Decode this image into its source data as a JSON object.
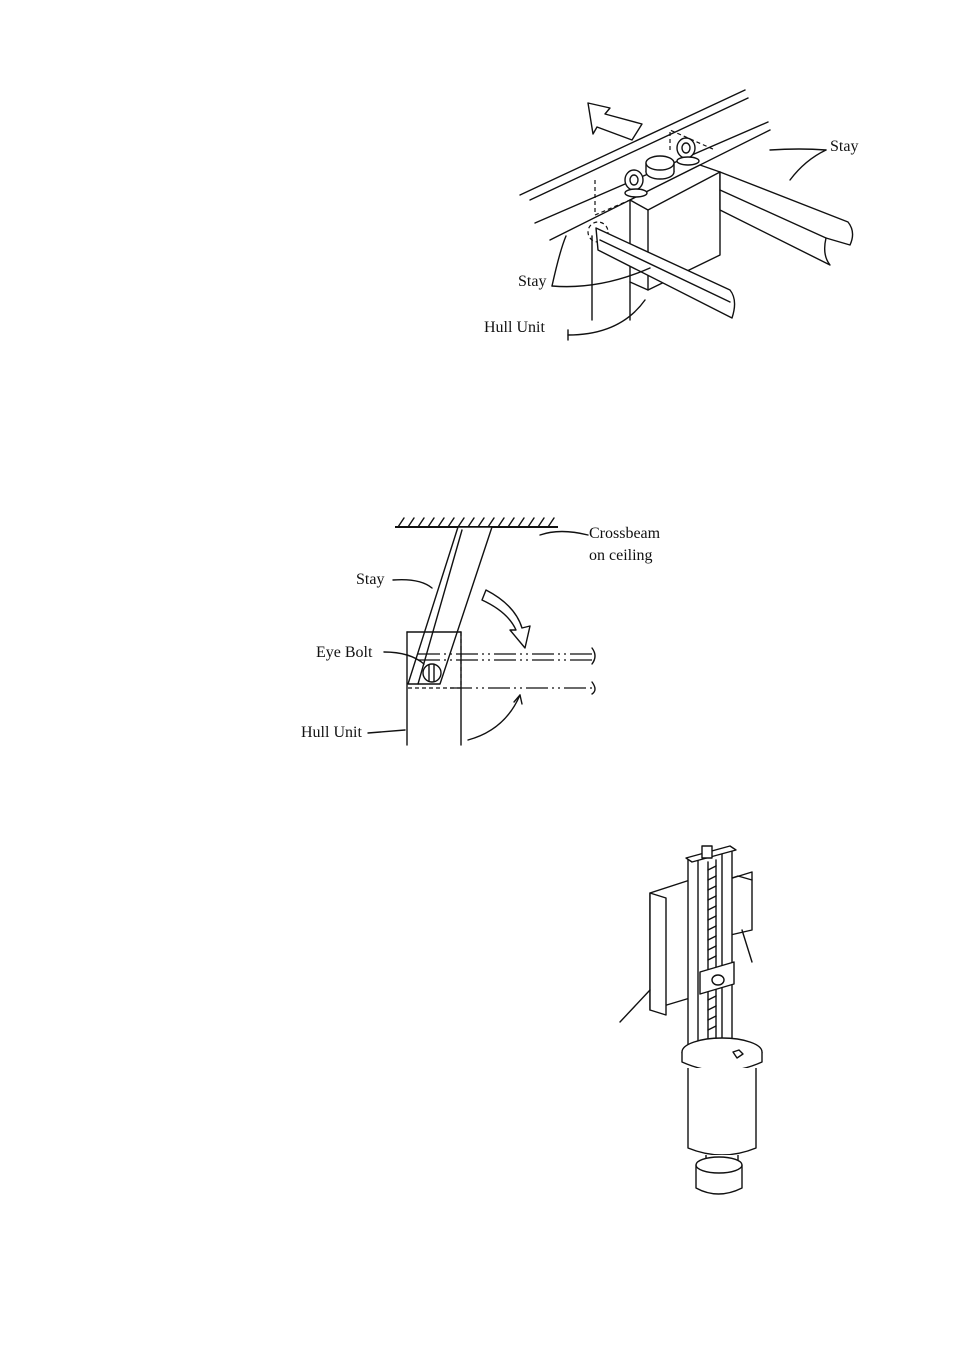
{
  "figure1": {
    "labels": {
      "stay_right": "Stay",
      "stay_left": "Stay",
      "hull_unit": "Hull Unit"
    }
  },
  "figure2": {
    "labels": {
      "crossbeam_line1": "Crossbeam",
      "crossbeam_line2": "on ceiling",
      "stay": "Stay",
      "eye_bolt": "Eye Bolt",
      "hull_unit": "Hull Unit"
    }
  },
  "figure3": {
    "labels": []
  },
  "colors": {
    "ink": "#111111",
    "paper": "#ffffff"
  }
}
